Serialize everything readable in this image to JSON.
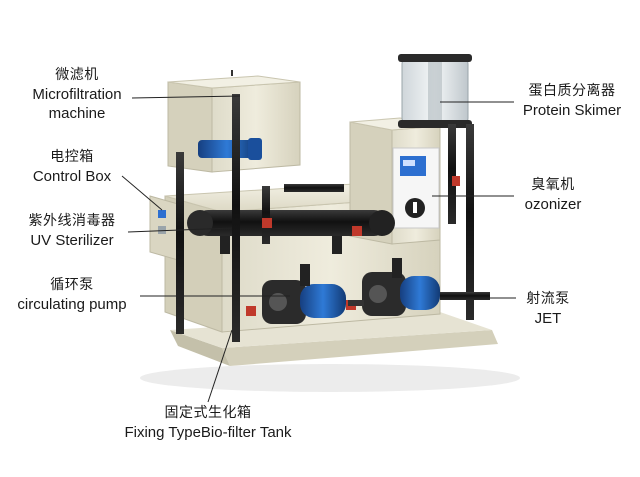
{
  "labels": {
    "microfiltration": {
      "zh": "微滤机",
      "en1": "Microfiltration",
      "en2": "machine"
    },
    "control_box": {
      "zh": "电控箱",
      "en": "Control Box"
    },
    "uv_sterilizer": {
      "zh": "紫外线消毒器",
      "en": "UV Sterilizer"
    },
    "circulating_pump": {
      "zh": "循环泵",
      "en": "circulating pump"
    },
    "biofilter_tank": {
      "zh": "固定式生化箱",
      "en": "Fixing TypeBio-filter Tank"
    },
    "protein_skimmer": {
      "zh": "蛋白质分离器",
      "en": "Protein Skimer"
    },
    "ozonizer": {
      "zh": "臭氧机",
      "en": "ozonizer"
    },
    "jet": {
      "zh": "射流泵",
      "en": "JET"
    }
  },
  "colors": {
    "tank_body": "#e9e6d6",
    "tank_shadow": "#cfcbb6",
    "pipe": "#1b1b1b",
    "valve": "#c0392b",
    "pump_blue": "#1f5fb5",
    "panel_blue": "#2d6fd0"
  }
}
